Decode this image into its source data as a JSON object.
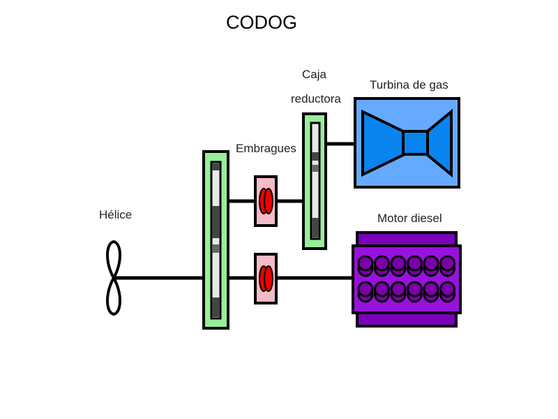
{
  "title": "CODOG",
  "labels": {
    "propeller": "Hélice",
    "clutches": "Embragues",
    "gearbox_line1": "Caja",
    "gearbox_line2": "reductora",
    "gas_turbine": "Turbina de gas",
    "diesel_engine": "Motor diesel"
  },
  "colors": {
    "gearbox_fill": "#99ee99",
    "clutch_fill": "#f4bcc6",
    "clutch_disc": "#ee0000",
    "turbine_box": "#66aaff",
    "turbine_body": "#0a84ee",
    "diesel_outer": "#7a00bb",
    "diesel_inner": "#9911dd",
    "cylinder": "#7a00a8"
  },
  "diesel_cylinders": {
    "rows": 2,
    "per_row": 6
  }
}
